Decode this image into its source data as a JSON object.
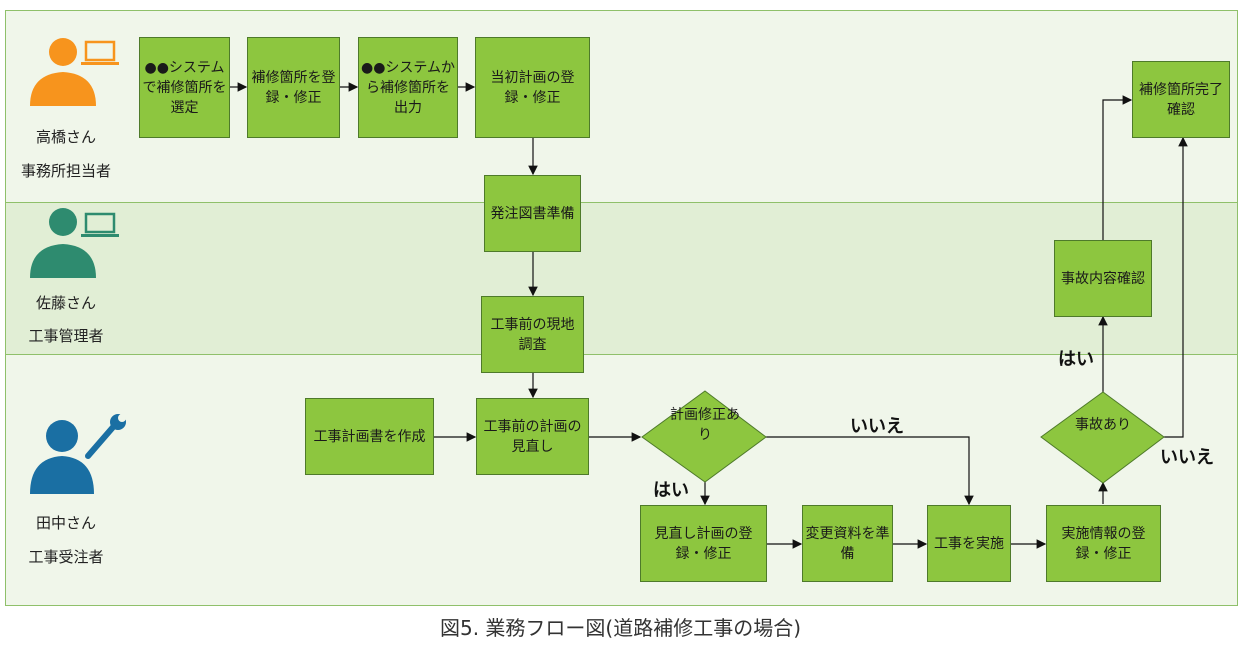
{
  "lanes": [
    {
      "name": "高橋さん",
      "role": "事務所担当者"
    },
    {
      "name": "佐藤さん",
      "role": "工事管理者"
    },
    {
      "name": "田中さん",
      "role": "工事受注者"
    }
  ],
  "steps": {
    "select": "●●システムで補修箇所を選定",
    "register": "補修箇所を登録・修正",
    "output": "●●システムから補修箇所を出力",
    "initial_plan": "当初計画の登録・修正",
    "order_docs": "発注図書準備",
    "survey": "工事前の現地調査",
    "create_plan": "工事計画書を作成",
    "review_plan": "工事前の計画の見直し",
    "decision_revise": "計画修正あり",
    "register_revised": "見直し計画の登録・修正",
    "prepare_change": "変更資料を準備",
    "execute": "工事を実施",
    "register_result": "実施情報の登録・修正",
    "decision_accident": "事故あり",
    "confirm_accident": "事故内容確認",
    "confirm_done": "補修箇所完了確認"
  },
  "answers": {
    "revise_yes": "はい",
    "revise_no": "いいえ",
    "accident_yes": "はい",
    "accident_no": "いいえ"
  },
  "caption": "図5. 業務フロー図(道路補修工事の場合)",
  "colors": {
    "box": "#8dc63f",
    "lane_light": "#f0f6ea",
    "lane_mid": "#e1eed5",
    "person1": "#f7941d",
    "person2": "#2e8b6f",
    "person3": "#1a6fa3"
  },
  "icons": [
    "person-laptop-icon",
    "person-laptop-icon",
    "person-wrench-icon"
  ]
}
